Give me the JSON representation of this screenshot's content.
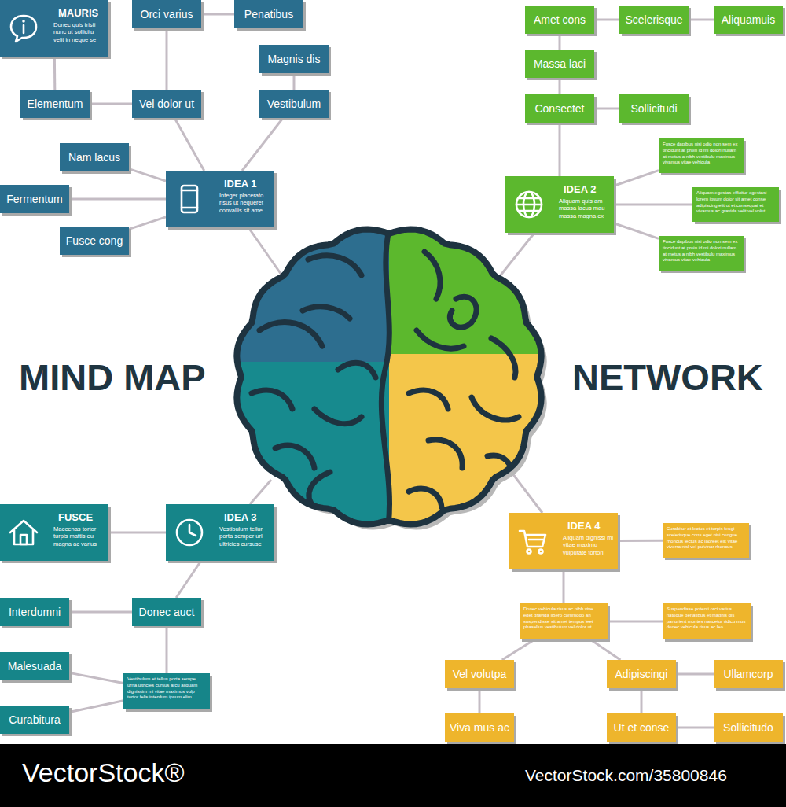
{
  "diagram": {
    "nodes": [
      {
        "text": [
          "MAURIS",
          "Donec quis tristi nunc ut sollicitu velit in neque se"
        ]
      },
      {
        "text": [
          "Orci varius"
        ]
      },
      {
        "text": [
          "Penatibus"
        ]
      },
      {
        "text": [
          "Magnis dis"
        ]
      },
      {
        "text": [
          "Elementum"
        ]
      },
      {
        "text": [
          "Vel dolor ut"
        ]
      },
      {
        "text": [
          "Vestibulum"
        ]
      },
      {
        "text": [
          "Nam lacus"
        ]
      },
      {
        "text": [
          "IDEA 1",
          "Integer placerato risus ut nequeret convallis sit ame"
        ]
      },
      {
        "text": [
          "Fermentum"
        ]
      },
      {
        "text": [
          "Fusce cong"
        ]
      },
      {
        "text": [
          "Amet cons"
        ]
      },
      {
        "text": [
          "Scelerisque"
        ]
      },
      {
        "text": [
          "Aliquamuis"
        ]
      },
      {
        "text": [
          "Massa laci"
        ]
      },
      {
        "text": [
          "Consectet"
        ]
      },
      {
        "text": [
          "Sollicitudi"
        ]
      },
      {
        "text": [
          "Fusce dapibus nisi odio non sem ex tincidunt at proin id mi dolori nullam at metus a nibh vestibulu maximus vivamus vitae vehicula"
        ]
      },
      {
        "text": [
          "IDEA 2",
          "Aliquam quis am massa lacus mau massa magna ex"
        ]
      },
      {
        "text": [
          "Aliquam egestas efficitur egestasi lorem ipsum dolor sit amet conse adipiscing elit ut et consequat et vivamus ac gravida velit vel volut"
        ]
      },
      {
        "text": [
          "Fusce dapibus nisi odio non sem ex tincidunt at proin id mi dolori nullam at metus a nibh vestibulu maximus vivamus vitae vehicula"
        ]
      },
      {
        "text": [
          "FUSCE",
          "Maecenas tortor turpis mattis eu magna ac varius"
        ]
      },
      {
        "text": [
          "IDEA 3",
          "Vestibulum tellur porta semper url ultricies cursuse"
        ]
      },
      {
        "text": [
          "Interdumni"
        ]
      },
      {
        "text": [
          "Donec auct"
        ]
      },
      {
        "text": [
          "Malesuada"
        ]
      },
      {
        "text": [
          "Vestibulum et tellus porta sempe urna ultricies cursus arcu aliquam dignissim mi vitae maximus vulp tortor felis interdum ipsum elim"
        ]
      },
      {
        "text": [
          "Curabitura"
        ]
      },
      {
        "text": [
          "IDEA 4",
          "Aliquam dignissi mi vitae maximu vulputate tortori"
        ]
      },
      {
        "text": [
          "Curabitur at lectus et turpis feugi scelerisque cons eget nisi congue rhoncus lectus ac laoreet elit vitae viverra nisl vel pulvinar rhoncus"
        ]
      },
      {
        "text": [
          "Donec vehicula risus ac nibh vive eget gravida libero commodo an suspendisse sit amet tempus leet phasellus vestibulum vel dolor ut"
        ]
      },
      {
        "text": [
          "Suspendisse potenti orci varius natoque penatibus et magnis dis parturient montes nascetur ridicu mus donec vehicula risus ac leo"
        ]
      },
      {
        "text": [
          "Vel volutpa"
        ]
      },
      {
        "text": [
          "Adipiscingi"
        ]
      },
      {
        "text": [
          "Ullamcorp"
        ]
      },
      {
        "text": [
          "Viva mus ac"
        ]
      },
      {
        "text": [
          "Ut et conse"
        ]
      },
      {
        "text": [
          "Sollicitudo"
        ]
      }
    ],
    "edges": [
      {
        "from": 0,
        "to": 4,
        "arrow": "none"
      },
      {
        "from": 1,
        "to": 2,
        "arrow": "none"
      },
      {
        "from": 1,
        "to": 5,
        "arrow": "none"
      },
      {
        "from": 4,
        "to": 5,
        "arrow": "none"
      },
      {
        "from": 5,
        "to": 8,
        "arrow": "none"
      },
      {
        "from": 3,
        "to": 6,
        "arrow": "none"
      },
      {
        "from": 6,
        "to": 8,
        "arrow": "none"
      },
      {
        "from": 7,
        "to": 8,
        "arrow": "none"
      },
      {
        "from": 9,
        "to": 8,
        "arrow": "none"
      },
      {
        "from": 10,
        "to": 8,
        "arrow": "none"
      },
      {
        "from": 11,
        "to": 12,
        "arrow": "none"
      },
      {
        "from": 12,
        "to": 13,
        "arrow": "none"
      },
      {
        "from": 11,
        "to": 14,
        "arrow": "none"
      },
      {
        "from": 14,
        "to": 15,
        "arrow": "none"
      },
      {
        "from": 15,
        "to": 16,
        "arrow": "none"
      },
      {
        "from": 15,
        "to": 18,
        "arrow": "none"
      },
      {
        "from": 18,
        "to": 17,
        "arrow": "none"
      },
      {
        "from": 18,
        "to": 19,
        "arrow": "none"
      },
      {
        "from": 18,
        "to": 20,
        "arrow": "none"
      },
      {
        "from": 21,
        "to": 22,
        "arrow": "none"
      },
      {
        "from": 22,
        "to": 24,
        "arrow": "none"
      },
      {
        "from": 23,
        "to": 24,
        "arrow": "none"
      },
      {
        "from": 24,
        "to": 26,
        "arrow": "none"
      },
      {
        "from": 25,
        "to": 26,
        "arrow": "none"
      },
      {
        "from": 27,
        "to": 26,
        "arrow": "none"
      },
      {
        "from": 28,
        "to": 29,
        "arrow": "none"
      },
      {
        "from": 28,
        "to": 30,
        "arrow": "none"
      },
      {
        "from": 30,
        "to": 31,
        "arrow": "none"
      },
      {
        "from": 30,
        "to": 32,
        "arrow": "none"
      },
      {
        "from": 30,
        "to": 33,
        "arrow": "none"
      },
      {
        "from": 32,
        "to": 35,
        "arrow": "none"
      },
      {
        "from": 33,
        "to": 34,
        "arrow": "none"
      },
      {
        "from": 33,
        "to": 36,
        "arrow": "none"
      },
      {
        "from": 36,
        "to": 37,
        "arrow": "none"
      }
    ],
    "labels": [
      "MIND MAP",
      "NETWORK",
      "VectorStock®",
      "VectorStock.com/35800846"
    ]
  }
}
